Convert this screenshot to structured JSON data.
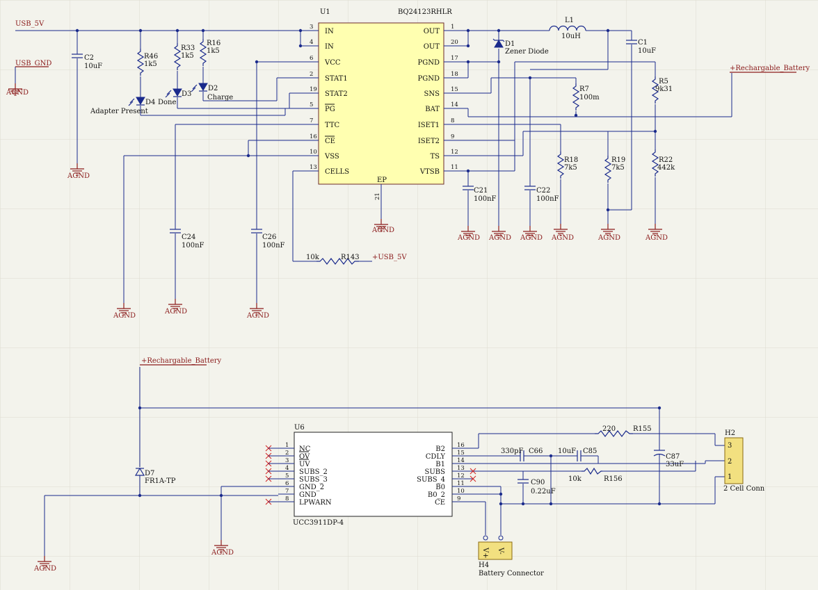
{
  "ic": {
    "u1": {
      "ref": "U1",
      "part": "BQ24123RHLR",
      "ep": "EP",
      "ep_pin": "21",
      "left_pins": [
        {
          "name": "IN",
          "num": "3"
        },
        {
          "name": "IN",
          "num": "4"
        },
        {
          "name": "VCC",
          "num": "6"
        },
        {
          "name": "STAT1",
          "num": "2"
        },
        {
          "name": "STAT2",
          "num": "19"
        },
        {
          "name": "PG",
          "num": "5"
        },
        {
          "name": "TTC",
          "num": "7"
        },
        {
          "name": "CE",
          "num": "16"
        },
        {
          "name": "VSS",
          "num": "10"
        },
        {
          "name": "CELLS",
          "num": "13"
        }
      ],
      "right_pins": [
        {
          "name": "OUT",
          "num": "1"
        },
        {
          "name": "OUT",
          "num": "20"
        },
        {
          "name": "PGND",
          "num": "17"
        },
        {
          "name": "PGND",
          "num": "18"
        },
        {
          "name": "SNS",
          "num": "15"
        },
        {
          "name": "BAT",
          "num": "14"
        },
        {
          "name": "ISET1",
          "num": "8"
        },
        {
          "name": "ISET2",
          "num": "9"
        },
        {
          "name": "TS",
          "num": "12"
        },
        {
          "name": "VTSB",
          "num": "11"
        }
      ]
    },
    "u6": {
      "ref": "U6",
      "part": "UCC3911DP-4",
      "left_pins": [
        {
          "name": "NC",
          "num": "1"
        },
        {
          "name": "OV",
          "num": "2"
        },
        {
          "name": "UV",
          "num": "3"
        },
        {
          "name": "SUBS_2",
          "num": "4"
        },
        {
          "name": "SUBS_3",
          "num": "5"
        },
        {
          "name": "GND_2",
          "num": "6"
        },
        {
          "name": "GND",
          "num": "7"
        },
        {
          "name": "LPWARN",
          "num": "8"
        }
      ],
      "right_pins": [
        {
          "name": "B2",
          "num": "16"
        },
        {
          "name": "CDLY",
          "num": "15"
        },
        {
          "name": "B1",
          "num": "14"
        },
        {
          "name": "SUBS",
          "num": "13"
        },
        {
          "name": "SUBS_4",
          "num": "12"
        },
        {
          "name": "B0",
          "num": "11"
        },
        {
          "name": "B0_2",
          "num": "10"
        },
        {
          "name": "CE",
          "num": "9"
        }
      ]
    }
  },
  "nets": {
    "usb5v": "USB_5V",
    "usb_gnd": "USB_GND",
    "agnd": "AGND",
    "usb5v_plus": "+USB_5V",
    "rbat": "+Rechargable_Battery"
  },
  "components": {
    "c1": {
      "ref": "C1",
      "val": "10uF"
    },
    "c2": {
      "ref": "C2",
      "val": "10uF"
    },
    "c21": {
      "ref": "C21",
      "val": "100nF"
    },
    "c22": {
      "ref": "C22",
      "val": "100nF"
    },
    "c24": {
      "ref": "C24",
      "val": "100nF"
    },
    "c26": {
      "ref": "C26",
      "val": "100nF"
    },
    "r46": {
      "ref": "R46",
      "val": "1k5"
    },
    "r33": {
      "ref": "R33",
      "val": "1k5"
    },
    "r16": {
      "ref": "R16",
      "val": "1k5"
    },
    "r7": {
      "ref": "R7",
      "val": "100m"
    },
    "r5": {
      "ref": "R5",
      "val": "9k31"
    },
    "r22": {
      "ref": "R22",
      "val": "442k"
    },
    "r18": {
      "ref": "R18",
      "val": "7k5"
    },
    "r19": {
      "ref": "R19",
      "val": "7k5"
    },
    "r143": {
      "ref": "R143",
      "val": "10k"
    },
    "l1": {
      "ref": "L1",
      "val": "10uH"
    },
    "d1": {
      "ref": "D1",
      "val": "Zener Diode"
    },
    "d2": {
      "ref": "D2",
      "val": "Charge"
    },
    "d3": {
      "ref": "D3",
      "val": "Done"
    },
    "d4": {
      "ref": "D4",
      "val": "Adapter Present"
    },
    "d7": {
      "ref": "D7",
      "val": "FR1A-TP"
    },
    "r155": {
      "ref": "R155",
      "val": "220"
    },
    "r156": {
      "ref": "R156",
      "val": "10k"
    },
    "c66": {
      "ref": "C66",
      "val": "330pF"
    },
    "c85": {
      "ref": "C85",
      "val": "10uF"
    },
    "c90": {
      "ref": "C90",
      "val": "0.22uF"
    },
    "c87": {
      "ref": "C87",
      "val": "33uF"
    },
    "h2": {
      "ref": "H2",
      "val": "2 Cell Conn",
      "pins": [
        "3",
        "2",
        "1"
      ]
    },
    "h4": {
      "ref": "H4",
      "val": "Battery Connector",
      "pins": [
        "V+",
        "V-"
      ]
    }
  }
}
